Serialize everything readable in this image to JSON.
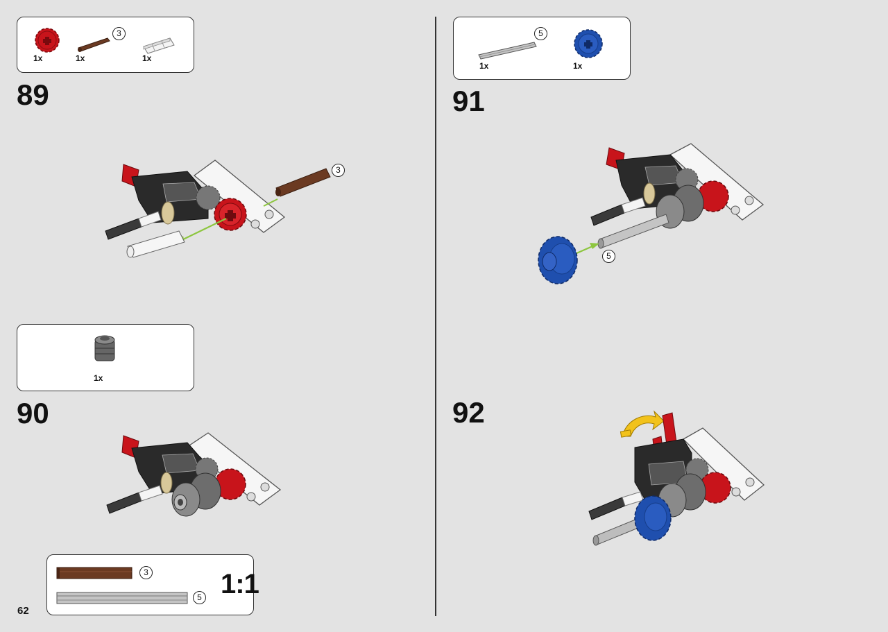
{
  "page": {
    "number": "62"
  },
  "steps": [
    {
      "number": "89",
      "parts": [
        {
          "name": "red gear",
          "qty": "1x"
        },
        {
          "name": "brown axle",
          "qty": "1x",
          "length": "3"
        },
        {
          "name": "white connector",
          "qty": "1x"
        }
      ],
      "callout": "3"
    },
    {
      "number": "90",
      "parts": [
        {
          "name": "grey bushing",
          "qty": "1x"
        }
      ]
    },
    {
      "number": "91",
      "parts": [
        {
          "name": "grey axle",
          "qty": "1x",
          "length": "5"
        },
        {
          "name": "blue gear",
          "qty": "1x"
        }
      ],
      "callout": "5"
    },
    {
      "number": "92",
      "parts": []
    }
  ],
  "scale_box": {
    "ratio": "1:1",
    "items": [
      {
        "name": "brown axle",
        "length": "3",
        "color": "#6b3a22"
      },
      {
        "name": "grey axle",
        "length": "5",
        "color": "#b5b5b5"
      }
    ]
  },
  "colors": {
    "red": "#c8141b",
    "blue": "#1f4fae",
    "brown": "#6b3a22",
    "black": "#2a2a2a",
    "green_arrow": "#8dc63f",
    "yellow_arrow": "#f2c21b",
    "tan": "#d8c89a"
  }
}
